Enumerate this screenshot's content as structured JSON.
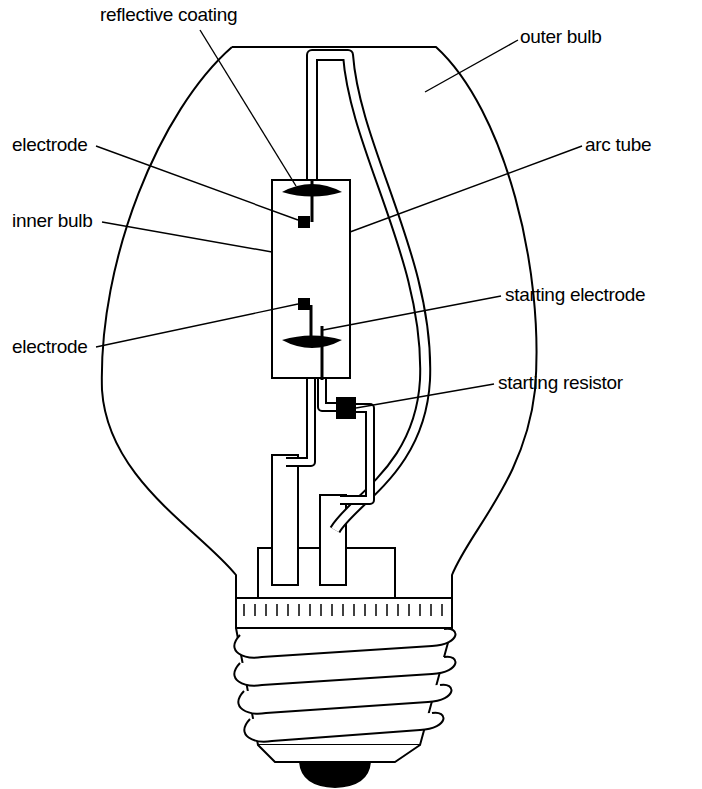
{
  "diagram": {
    "labels": [
      "reflective coating",
      "outer bulb",
      "electrode",
      "arc tube",
      "inner bulb",
      "electrode",
      "starting electrode",
      "starting resistor"
    ]
  }
}
